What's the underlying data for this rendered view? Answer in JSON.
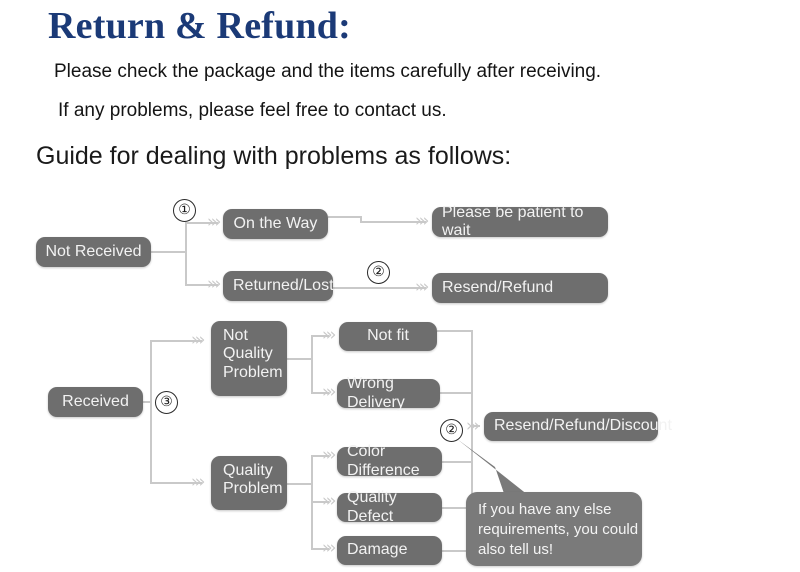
{
  "header": {
    "title": "Return & Refund:",
    "line1": "Please check the package and the items carefully after receiving.",
    "line2": "If any problems, please feel free to contact us.",
    "guide": "Guide for dealing with problems as follows:"
  },
  "colors": {
    "title_blue": "#1b3a77",
    "box_gray": "#6e6e6e",
    "bubble_gray": "#7a7a7a",
    "connector_gray": "#c9c9c9",
    "background": "#ffffff",
    "box_text": "#f2f2f2"
  },
  "flow": {
    "nodes": {
      "not_received": "Not Received",
      "on_the_way": "On the Way",
      "returned_lost": "Returned/Lost",
      "please_wait": "Please be patient to wait",
      "resend_refund": "Resend/Refund",
      "received": "Received",
      "not_quality_problem_l1": "Not",
      "not_quality_problem_l2": "Quality",
      "not_quality_problem_l3": "Problem",
      "not_fit": "Not fit",
      "wrong_delivery": "Wrong Delivery",
      "quality_problem_l1": "Quality",
      "quality_problem_l2": "Problem",
      "color_difference": "Color Difference",
      "quality_defect": "Quality Defect",
      "damage": "Damage",
      "resend_refund_discount": "Resend/Refund/Discount"
    },
    "markers": {
      "one": "①",
      "two_top": "②",
      "three": "③",
      "two_bottom": "②"
    },
    "arrow_glyph": "›››"
  },
  "callout": {
    "line1": "If you have any else",
    "line2": "requirements, you could",
    "line3": "also tell us!"
  }
}
